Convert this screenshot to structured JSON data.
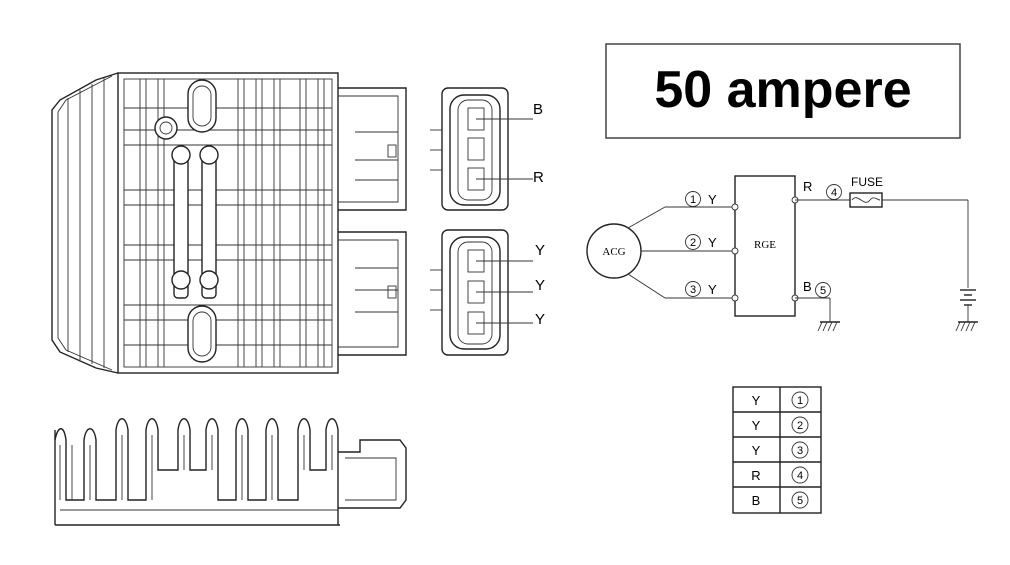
{
  "title_box": {
    "text": "50 ampere"
  },
  "connector_top": {
    "wires": [
      "B",
      "R"
    ]
  },
  "connector_bottom": {
    "wires": [
      "Y",
      "Y",
      "Y"
    ]
  },
  "schematic": {
    "generator_label": "ACG",
    "regulator_label": "RGE",
    "fuse_label": "FUSE",
    "pins_left": [
      {
        "num": "1",
        "color": "Y"
      },
      {
        "num": "2",
        "color": "Y"
      },
      {
        "num": "3",
        "color": "Y"
      }
    ],
    "pin_r": {
      "color": "R",
      "num": "4"
    },
    "pin_b": {
      "color": "B",
      "num": "5"
    }
  },
  "legend_table": {
    "rows": [
      {
        "color": "Y",
        "num": "1"
      },
      {
        "color": "Y",
        "num": "2"
      },
      {
        "color": "Y",
        "num": "3"
      },
      {
        "color": "R",
        "num": "4"
      },
      {
        "color": "B",
        "num": "5"
      }
    ]
  }
}
